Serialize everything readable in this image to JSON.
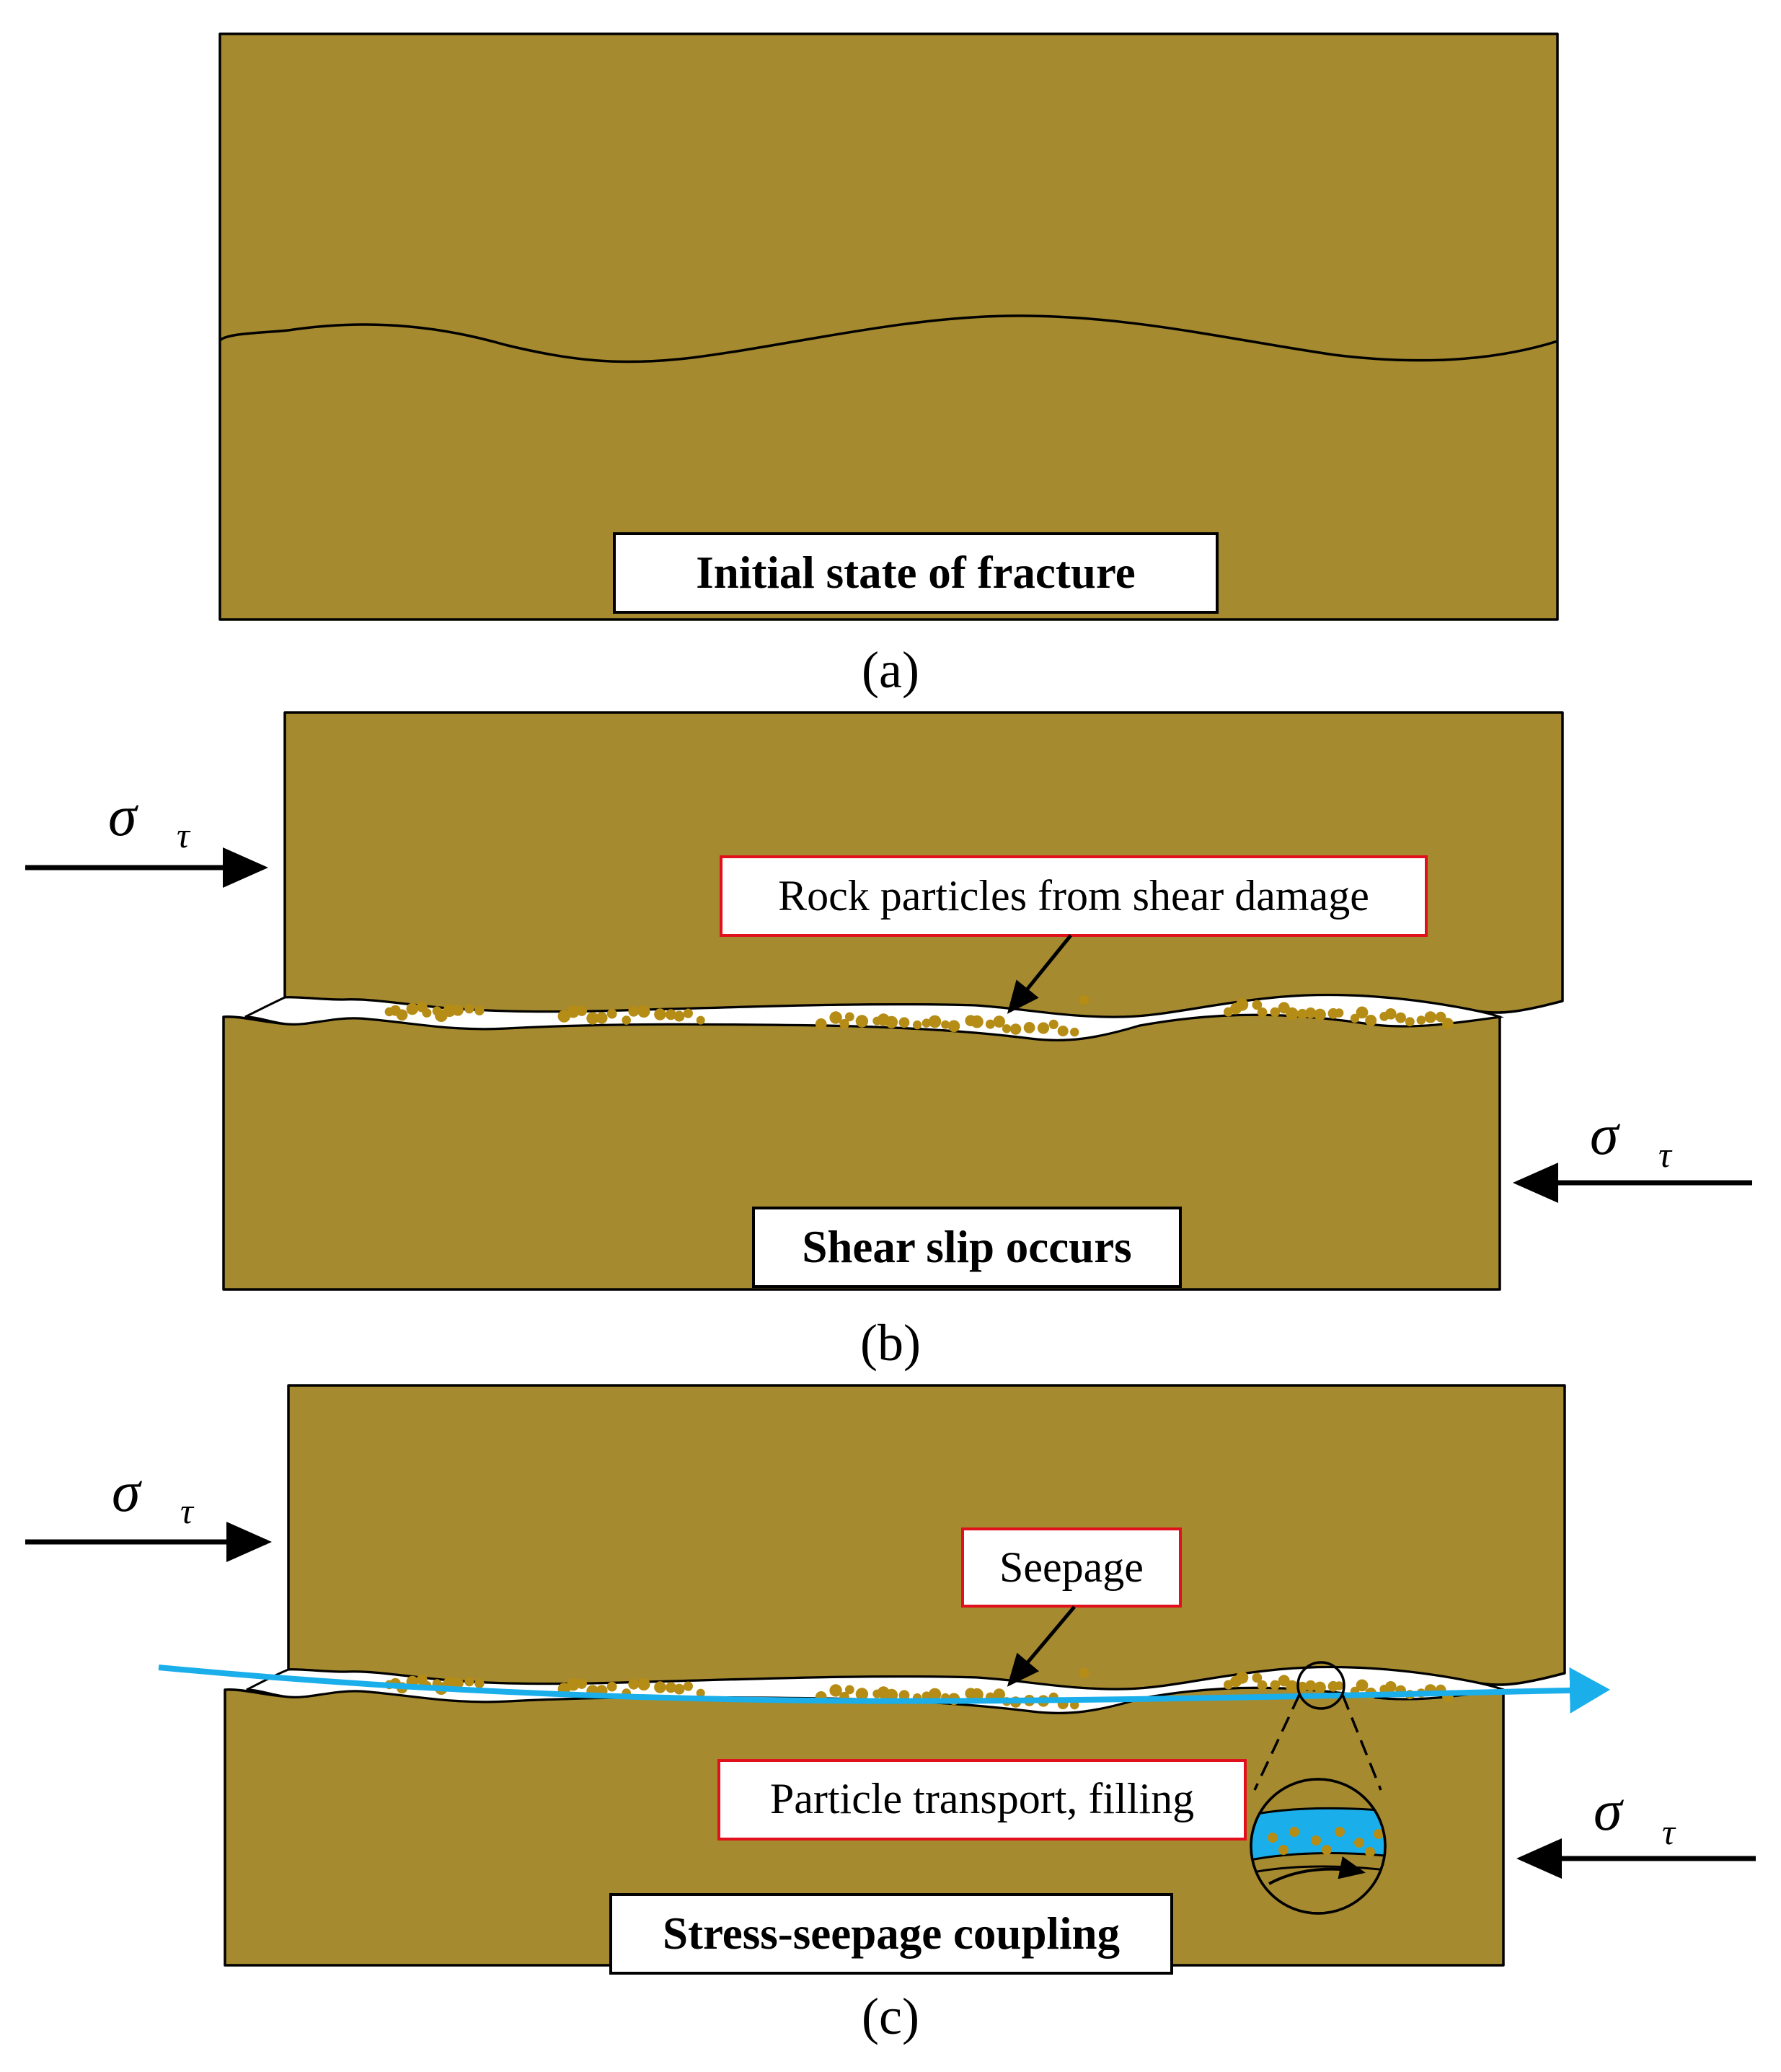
{
  "colors": {
    "rock": "#a68a30",
    "particle": "#b58d16",
    "seepage": "#1aaeea",
    "callout_border": "#e0101c"
  },
  "panel_a": {
    "label": "Initial state of fracture",
    "caption": "(a)"
  },
  "panel_b": {
    "left_load_symbol": "σ",
    "left_load_subscript": "τ",
    "right_load_symbol": "σ",
    "right_load_subscript": "τ",
    "callout": "Rock particles from shear damage",
    "label": "Shear slip occurs",
    "caption": "(b)"
  },
  "panel_c": {
    "left_load_symbol": "σ",
    "left_load_subscript": "τ",
    "right_load_symbol": "σ",
    "right_load_subscript": "τ",
    "callout_seepage": "Seepage",
    "callout_transport": "Particle transport, filling",
    "label": "Stress-seepage coupling",
    "caption": "(c)"
  },
  "icons": [
    "right-arrow-icon",
    "left-arrow-icon",
    "magnifier-circle-icon"
  ]
}
